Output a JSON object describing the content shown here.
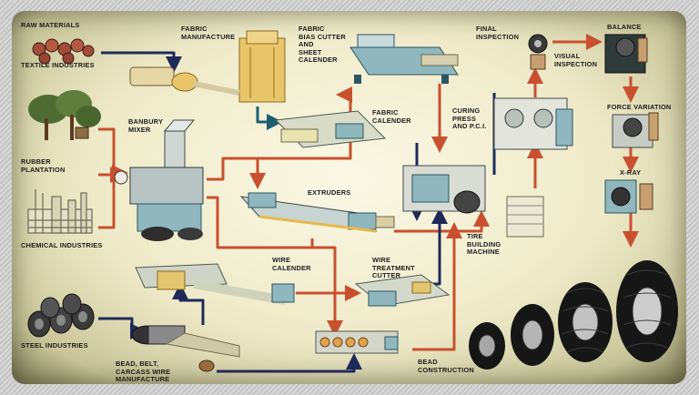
{
  "colors": {
    "arrow_red": "#c9502e",
    "arrow_navy": "#1f2a5a",
    "arrow_teal": "#1d5f6e",
    "machine_teal": "#8fb7bd",
    "tire_black": "#161616"
  },
  "labels": {
    "raw_materials": "RAW MATERIALS",
    "textile_industries": "TEXTILE INDUSTRIES",
    "rubber_plantation": "RUBBER\nPLANTATION",
    "chemical_industries": "CHEMICAL INDUSTRIES",
    "steel_industries": "STEEL INDUSTRIES",
    "fabric_manufacture": "FABRIC\nMANUFACTURE",
    "banbury_mixer": "BANBURY\nMIXER",
    "fabric_bias_cutter": "FABRIC\nBIAS CUTTER\nAND\nSHEET\nCALENDER",
    "fabric_calender": "FABRIC\nCALENDER",
    "extruders": "EXTRUDERS",
    "wire_calender": "WIRE\nCALENDER",
    "wire_treatment_cutter": "WIRE\nTREATMENT\nCUTTER",
    "bead_belt": "BEAD, BELT,\nCARCASS WIRE\nMANUFACTURE",
    "bead_construction": "BEAD\nCONSTRUCTION",
    "tire_building_machine": "TIRE\nBUILDING\nMACHINE",
    "curing_press": "CURING\nPRESS\nAND P.C.I.",
    "final_inspection": "FINAL\nINSPECTION",
    "visual_inspection": "VISUAL\nINSPECTION",
    "balance": "BALANCE",
    "force_variation": "FORCE VARIATION",
    "xray": "X-RAY"
  },
  "icons": {
    "textile": "fabric-roll-bales-icon",
    "rubber": "rubber-tree-icon",
    "chemical": "chemical-plant-icon",
    "steel": "steel-coils-icon",
    "tires": "finished-tires-icon"
  }
}
